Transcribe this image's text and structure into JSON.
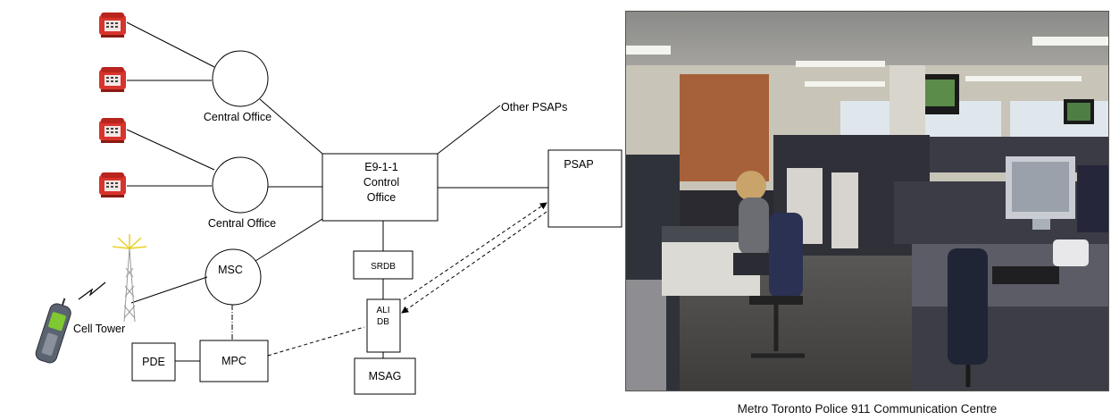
{
  "diagram": {
    "central_office_1": "Central Office",
    "central_office_2": "Central Office",
    "msc": "MSC",
    "e911_line1": "E9-1-1",
    "e911_line2": "Control",
    "e911_line3": "Office",
    "psap": "PSAP",
    "other_psaps": "Other PSAPs",
    "srdb": "SRDB",
    "ali_line1": "ALI",
    "ali_line2": "DB",
    "msag": "MSAG",
    "pde": "PDE",
    "mpc": "MPC",
    "cell_tower": "Cell Tower"
  },
  "photo": {
    "caption": "Metro Toronto Police 911 Communication Centre"
  },
  "icons": [
    "telephone-icon",
    "cell-tower-icon",
    "cell-phone-icon"
  ],
  "colors": {
    "phone_red": "#d8342c",
    "tower_signal": "#e8d020",
    "phone_green_screen": "#7fc832"
  }
}
